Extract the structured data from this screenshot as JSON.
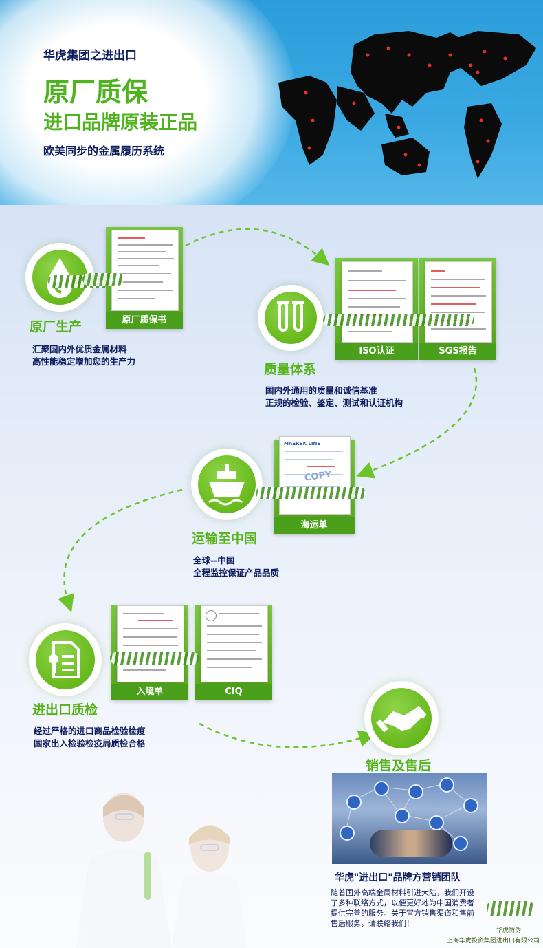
{
  "header": {
    "subtitle": "华虎集团之进出口",
    "headline": "原厂质保",
    "headline2": "进口品牌原装正品",
    "tagline": "欧美同步的金属履历系统"
  },
  "steps": [
    {
      "title": "原厂生产",
      "desc1": "汇聚国内外优质金属材料",
      "desc2": "高性能稳定增加您的生产力",
      "icon": "water-drop-icon",
      "docs": [
        "原厂质保书"
      ]
    },
    {
      "title": "质量体系",
      "desc1": "国内外通用的质量和诚信基准",
      "desc2": "正规的检验、鉴定、测试和认证机构",
      "icon": "test-tubes-icon",
      "docs": [
        "ISO认证",
        "SGS报告"
      ]
    },
    {
      "title": "运输至中国",
      "desc1": "全球--中国",
      "desc2": "全程监控保证产品品质",
      "icon": "ship-icon",
      "docs": [
        "海运单"
      ]
    },
    {
      "title": "进出口质检",
      "desc1": "经过严格的进口商品检验检疫",
      "desc2": "国家出入检验检疫局质检合格",
      "icon": "certificate-icon",
      "docs": [
        "入境单",
        "CIQ"
      ]
    },
    {
      "title": "销售及售后",
      "icon": "handshake-icon"
    }
  ],
  "doc_text": {
    "maersk": "MAERSK LINE",
    "copy": "COPY"
  },
  "team": {
    "title": "华虎\"进出口\"品牌方营销团队",
    "body": [
      "随着国外高端金属材料引进大陆，我们开设",
      "了多种联络方式，以便更好地为中国消费者",
      "提供完善的服务。关于官方销售渠道和售前",
      "售后服务，请联络我们！"
    ]
  },
  "footer": {
    "brand": "华虎防伪",
    "company": "上海华虎投资集团进出口有限公司"
  },
  "colors": {
    "accent_green": "#5bb31e",
    "navy": "#0d1d5e",
    "header_blue": "#2c9ddb"
  }
}
